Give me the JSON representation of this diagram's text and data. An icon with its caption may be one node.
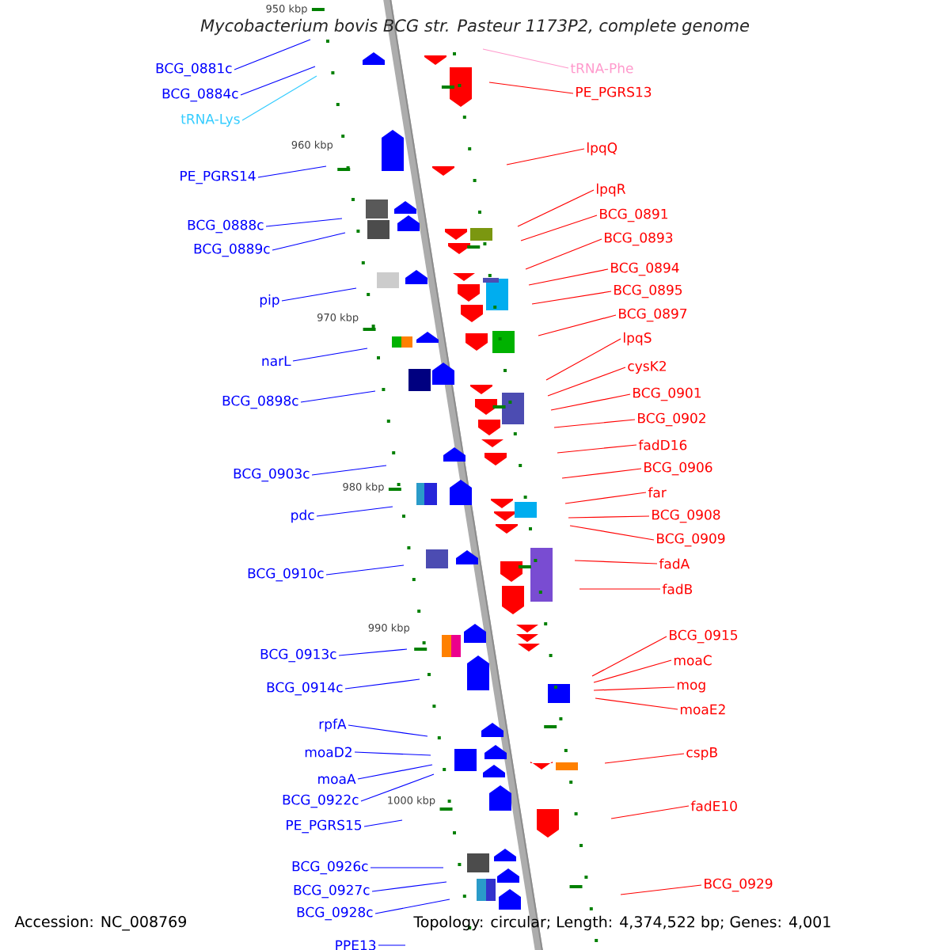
{
  "diagram": {
    "title": "Mycobacterium bovis BCG str. Pasteur 1173P2, complete genome",
    "nodes": [
      {
        "text": [
          "BCG_0881c"
        ]
      },
      {
        "text": [
          "BCG_0884c"
        ]
      },
      {
        "text": [
          "tRNA-Lys"
        ]
      },
      {
        "text": [
          "PE_PGRS14"
        ]
      },
      {
        "text": [
          "BCG_0888c"
        ]
      },
      {
        "text": [
          "BCG_0889c"
        ]
      },
      {
        "text": [
          "pip"
        ]
      },
      {
        "text": [
          "narL"
        ]
      },
      {
        "text": [
          "BCG_0898c"
        ]
      },
      {
        "text": [
          "BCG_0903c"
        ]
      },
      {
        "text": [
          "pdc"
        ]
      },
      {
        "text": [
          "BCG_0910c"
        ]
      },
      {
        "text": [
          "BCG_0913c"
        ]
      },
      {
        "text": [
          "BCG_0914c"
        ]
      },
      {
        "text": [
          "rpfA"
        ]
      },
      {
        "text": [
          "moaD2"
        ]
      },
      {
        "text": [
          "moaA"
        ]
      },
      {
        "text": [
          "BCG_0922c"
        ]
      },
      {
        "text": [
          "PE_PGRS15"
        ]
      },
      {
        "text": [
          "BCG_0926c"
        ]
      },
      {
        "text": [
          "BCG_0927c"
        ]
      },
      {
        "text": [
          "BCG_0928c"
        ]
      },
      {
        "text": [
          "PPE13"
        ]
      },
      {
        "text": [
          "tRNA-Phe"
        ]
      },
      {
        "text": [
          "PE_PGRS13"
        ]
      },
      {
        "text": [
          "lpqQ"
        ]
      },
      {
        "text": [
          "lpqR"
        ]
      },
      {
        "text": [
          "BCG_0891"
        ]
      },
      {
        "text": [
          "BCG_0893"
        ]
      },
      {
        "text": [
          "BCG_0894"
        ]
      },
      {
        "text": [
          "BCG_0895"
        ]
      },
      {
        "text": [
          "BCG_0897"
        ]
      },
      {
        "text": [
          "lpqS"
        ]
      },
      {
        "text": [
          "cysK2"
        ]
      },
      {
        "text": [
          "BCG_0901"
        ]
      },
      {
        "text": [
          "BCG_0902"
        ]
      },
      {
        "text": [
          "fadD16"
        ]
      },
      {
        "text": [
          "BCG_0906"
        ]
      },
      {
        "text": [
          "far"
        ]
      },
      {
        "text": [
          "BCG_0908"
        ]
      },
      {
        "text": [
          "BCG_0909"
        ]
      },
      {
        "text": [
          "fadA"
        ]
      },
      {
        "text": [
          "fadB"
        ]
      },
      {
        "text": [
          "BCG_0915"
        ]
      },
      {
        "text": [
          "moaC"
        ]
      },
      {
        "text": [
          "mog"
        ]
      },
      {
        "text": [
          "moaE2"
        ]
      },
      {
        "text": [
          "cspB"
        ]
      },
      {
        "text": [
          "fadE10"
        ]
      },
      {
        "text": [
          "BCG_0929"
        ]
      }
    ],
    "edges": [
      {
        "from": 0,
        "to": null,
        "arrow": "none",
        "color": "#0000ff"
      },
      {
        "from": 1,
        "to": null,
        "arrow": "none",
        "color": "#0000ff"
      },
      {
        "from": 2,
        "to": null,
        "arrow": "none",
        "color": "#33ccff"
      },
      {
        "from": 3,
        "to": null,
        "arrow": "none",
        "color": "#0000ff"
      },
      {
        "from": 4,
        "to": null,
        "arrow": "none",
        "color": "#0000ff"
      },
      {
        "from": 5,
        "to": null,
        "arrow": "none",
        "color": "#0000ff"
      },
      {
        "from": 6,
        "to": null,
        "arrow": "none",
        "color": "#0000ff"
      },
      {
        "from": 7,
        "to": null,
        "arrow": "none",
        "color": "#0000ff"
      },
      {
        "from": 8,
        "to": null,
        "arrow": "none",
        "color": "#0000ff"
      },
      {
        "from": 9,
        "to": null,
        "arrow": "none",
        "color": "#0000ff"
      },
      {
        "from": 10,
        "to": null,
        "arrow": "none",
        "color": "#0000ff"
      },
      {
        "from": 11,
        "to": null,
        "arrow": "none",
        "color": "#0000ff"
      },
      {
        "from": 12,
        "to": null,
        "arrow": "none",
        "color": "#0000ff"
      },
      {
        "from": 13,
        "to": null,
        "arrow": "none",
        "color": "#0000ff"
      },
      {
        "from": 14,
        "to": null,
        "arrow": "none",
        "color": "#0000ff"
      },
      {
        "from": 15,
        "to": null,
        "arrow": "none",
        "color": "#0000ff"
      },
      {
        "from": 16,
        "to": null,
        "arrow": "none",
        "color": "#0000ff"
      },
      {
        "from": 17,
        "to": null,
        "arrow": "none",
        "color": "#0000ff"
      },
      {
        "from": 18,
        "to": null,
        "arrow": "none",
        "color": "#0000ff"
      },
      {
        "from": 19,
        "to": null,
        "arrow": "none",
        "color": "#0000ff"
      },
      {
        "from": 20,
        "to": null,
        "arrow": "none",
        "color": "#0000ff"
      },
      {
        "from": 21,
        "to": null,
        "arrow": "none",
        "color": "#0000ff"
      },
      {
        "from": 22,
        "to": null,
        "arrow": "none",
        "color": "#0000ff"
      },
      {
        "from": 23,
        "to": null,
        "arrow": "none",
        "color": "#ff99cc"
      },
      {
        "from": 24,
        "to": null,
        "arrow": "none",
        "color": "#ff0000"
      },
      {
        "from": 25,
        "to": null,
        "arrow": "none",
        "color": "#ff0000"
      },
      {
        "from": 26,
        "to": null,
        "arrow": "none",
        "color": "#ff0000"
      },
      {
        "from": 27,
        "to": null,
        "arrow": "none",
        "color": "#ff0000"
      },
      {
        "from": 28,
        "to": null,
        "arrow": "none",
        "color": "#ff0000"
      },
      {
        "from": 29,
        "to": null,
        "arrow": "none",
        "color": "#ff0000"
      },
      {
        "from": 30,
        "to": null,
        "arrow": "none",
        "color": "#ff0000"
      },
      {
        "from": 31,
        "to": null,
        "arrow": "none",
        "color": "#ff0000"
      },
      {
        "from": 32,
        "to": null,
        "arrow": "none",
        "color": "#ff0000"
      },
      {
        "from": 33,
        "to": null,
        "arrow": "none",
        "color": "#ff0000"
      },
      {
        "from": 34,
        "to": null,
        "arrow": "none",
        "color": "#ff0000"
      },
      {
        "from": 35,
        "to": null,
        "arrow": "none",
        "color": "#ff0000"
      },
      {
        "from": 36,
        "to": null,
        "arrow": "none",
        "color": "#ff0000"
      },
      {
        "from": 37,
        "to": null,
        "arrow": "none",
        "color": "#ff0000"
      },
      {
        "from": 38,
        "to": null,
        "arrow": "none",
        "color": "#ff0000"
      },
      {
        "from": 39,
        "to": null,
        "arrow": "none",
        "color": "#ff0000"
      },
      {
        "from": 40,
        "to": null,
        "arrow": "none",
        "color": "#ff0000"
      },
      {
        "from": 41,
        "to": null,
        "arrow": "none",
        "color": "#ff0000"
      },
      {
        "from": 42,
        "to": null,
        "arrow": "none",
        "color": "#ff0000"
      },
      {
        "from": 43,
        "to": null,
        "arrow": "none",
        "color": "#ff0000"
      },
      {
        "from": 44,
        "to": null,
        "arrow": "none",
        "color": "#ff0000"
      },
      {
        "from": 45,
        "to": null,
        "arrow": "none",
        "color": "#ff0000"
      },
      {
        "from": 46,
        "to": null,
        "arrow": "none",
        "color": "#ff0000"
      },
      {
        "from": 47,
        "to": null,
        "arrow": "none",
        "color": "#ff0000"
      },
      {
        "from": 48,
        "to": null,
        "arrow": "none",
        "color": "#ff0000"
      },
      {
        "from": 49,
        "to": null,
        "arrow": "none",
        "color": "#ff0000"
      }
    ],
    "labels": [
      "950 kbp",
      "960 kbp",
      "970 kbp",
      "980 kbp",
      "990 kbp",
      "1000 kbp",
      "Accession: NC_008769",
      "Topology: circular; Length: 4,374,522 bp; Genes: 4,001"
    ]
  }
}
